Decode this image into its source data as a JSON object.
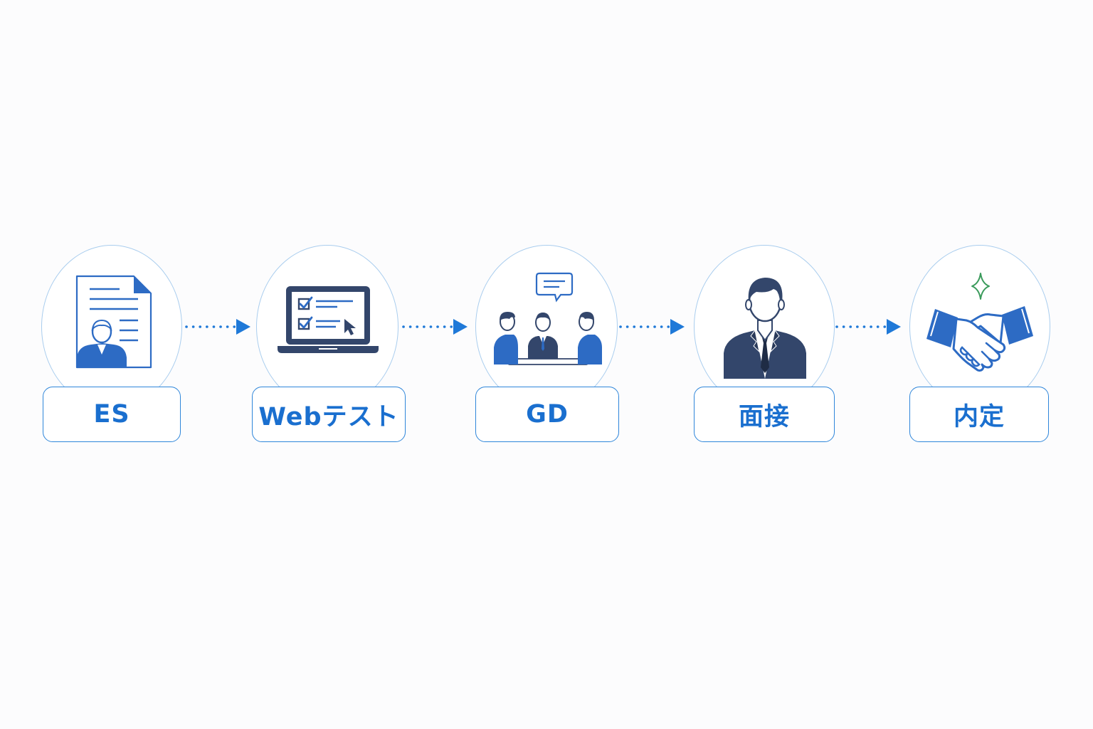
{
  "colors": {
    "accent": "#1a6fcf",
    "icon_blue": "#2d6bc4",
    "navy": "#33466b",
    "circle_border": "#a9cdee",
    "sparkle": "#3a9a5b"
  },
  "steps": [
    {
      "label": "ES",
      "icon": "resume-document-icon"
    },
    {
      "label": "Webテスト",
      "icon": "laptop-checklist-icon"
    },
    {
      "label": "GD",
      "icon": "group-discussion-icon"
    },
    {
      "label": "面接",
      "icon": "interviewer-person-icon"
    },
    {
      "label": "内定",
      "icon": "handshake-icon"
    }
  ],
  "connectors": [
    {
      "from": "ES",
      "to": "Webテスト",
      "icon": "dotted-arrow-icon"
    },
    {
      "from": "Webテスト",
      "to": "GD",
      "icon": "dotted-arrow-icon"
    },
    {
      "from": "GD",
      "to": "面接",
      "icon": "dotted-arrow-icon"
    },
    {
      "from": "面接",
      "to": "内定",
      "icon": "dotted-arrow-icon"
    }
  ]
}
